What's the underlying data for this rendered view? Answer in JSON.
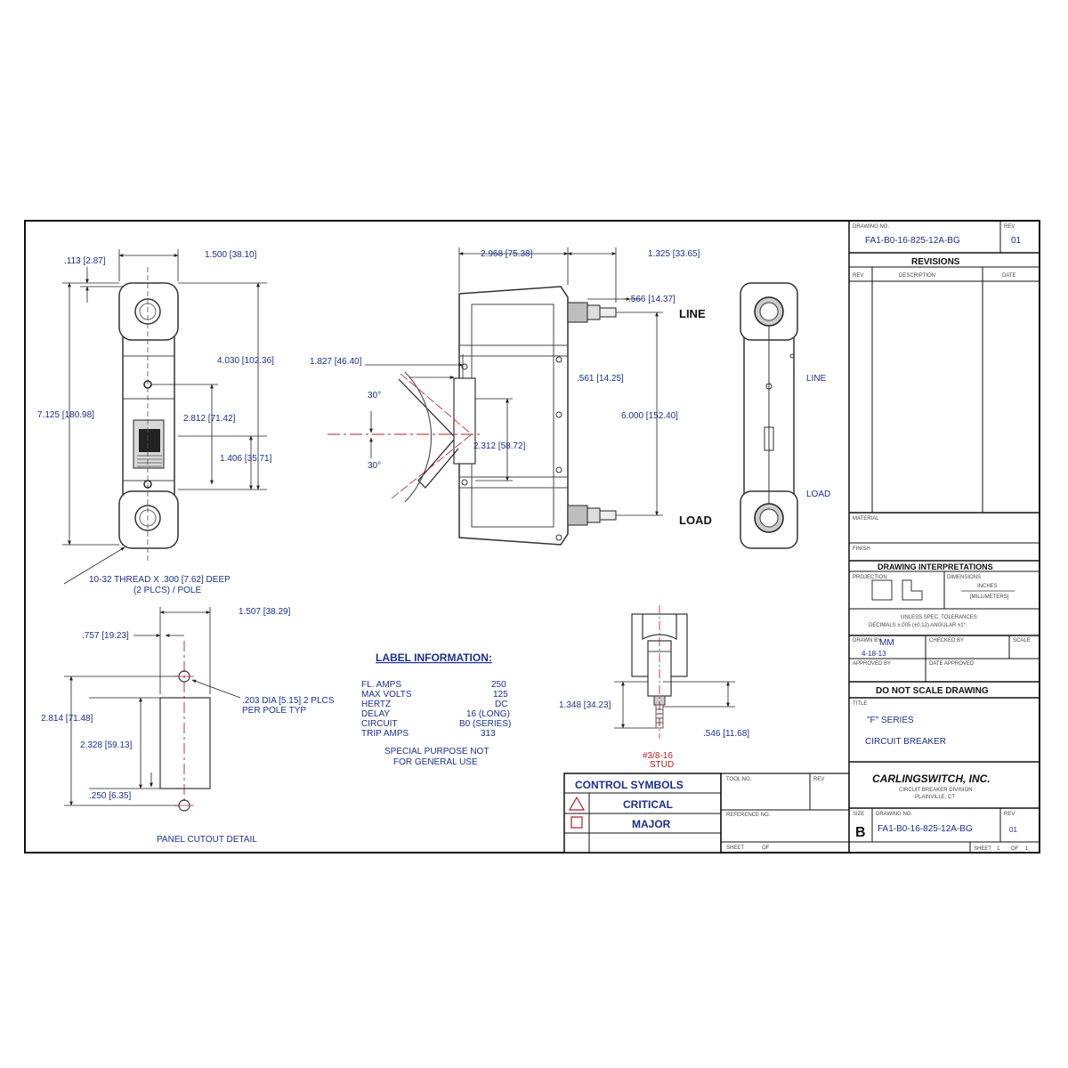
{
  "dims": {
    "d113": ".113 [2.87]",
    "d1500": "1.500 [38.10]",
    "d4030": "4.030 [102.36]",
    "d7125": "7.125 [180.98]",
    "d2812": "2.812 [71.42]",
    "d1406": "1.406 [35.71]",
    "thread1": "10-32 THREAD X .300 [7.62] DEEP",
    "thread2": "(2 PLCS) / POLE",
    "d2968": "2.968 [75.38]",
    "d1325": "1.325 [33.65]",
    "d566": ".566 [14.37]",
    "d1827": "1.827 [46.40]",
    "d561": ".561 [14.25]",
    "d6000": "6.000 [152.40]",
    "d2312": "2.312 [58.72]",
    "a30top": "30°",
    "a30bot": "30°",
    "d1507": "1.507 [38.29]",
    "d757": ".757 [19.23]",
    "hole1": ".203 DIA [5.15] 2 PLCS",
    "hole2": "PER POLE TYP",
    "d2814": "2.814 [71.48]",
    "d2328": "2.328 [59.13]",
    "d250": ".250 [6.35]",
    "panel_caption": "PANEL CUTOUT DETAIL",
    "d1348": "1.348 [34.23]",
    "d546": ".546 [11.68]",
    "stud1": "#3/8-16",
    "stud2": "STUD",
    "line_front": "LINE",
    "load_front": "LOAD",
    "line_side": "LINE",
    "load_side": "LOAD"
  },
  "label_info": {
    "heading": "LABEL INFORMATION:",
    "rows": [
      {
        "k": "FL. AMPS",
        "v": "250"
      },
      {
        "k": "MAX VOLTS",
        "v": "125"
      },
      {
        "k": "HERTZ",
        "v": "DC"
      },
      {
        "k": "DELAY",
        "v": "16 (LONG)"
      },
      {
        "k": "CIRCUIT",
        "v": "B0 (SERIES)"
      },
      {
        "k": "TRIP AMPS",
        "v": "313"
      }
    ],
    "note1": "SPECIAL PURPOSE NOT",
    "note2": "FOR GENERAL USE"
  },
  "control_symbols": {
    "title": "CONTROL SYMBOLS",
    "critical": "CRITICAL",
    "major": "MAJOR"
  },
  "title_block": {
    "drawing_no_label": "DRAWING NO.",
    "drawing_no": "FA1-B0-16-825-12A-BG",
    "rev_label": "REV",
    "rev": "01",
    "revisions_title": "REVISIONS",
    "col_rev": "REV",
    "col_desc": "DESCRIPTION",
    "col_date": "DATE",
    "material_label": "MATERIAL",
    "finish_label": "FINISH",
    "interp_title": "DRAWING INTERPRETATIONS",
    "projection_label": "PROJECTION",
    "dimensions_label": "DIMENSIONS",
    "dim_unit_top": "INCHES",
    "dim_unit_bot": "[MILLIMETERS]",
    "tol1": "UNLESS SPEC. TOLERANCES",
    "tol2": "DECIMALS ±.005 (±0.12)  ANGULAR ±1°",
    "drawn_by_label": "DRAWN BY",
    "drawn_by": "MM",
    "drawn_date": "4-18-13",
    "checked_label": "CHECKED BY",
    "scale_label": "SCALE",
    "approved_label": "APPROVED BY",
    "date_approved_label": "DATE APPROVED",
    "dns": "DO NOT SCALE DRAWING",
    "title_label": "TITLE",
    "title1": "\"F\" SERIES",
    "title2": "CIRCUIT BREAKER",
    "company": "CARLINGSWITCH, INC.",
    "company_sub1": "CIRCUIT BREAKER DIVISION",
    "company_sub2": "PLAINVILLE, CT",
    "tool_no_label": "TOOL NO.",
    "rev2_label": "REV",
    "reference_label": "REFERENCE NO.",
    "size_label": "SIZE",
    "size": "B",
    "dwg_label2": "DRAWING NO.",
    "drawing_no2": "FA1-B0-16-825-12A-BG",
    "rev3_label": "REV",
    "rev3": "01",
    "sheet_label": "SHEET",
    "of_label": "OF",
    "sheet_label2": "SHEET",
    "sheet_no": "1",
    "of_label2": "OF",
    "sheet_total": "1"
  }
}
